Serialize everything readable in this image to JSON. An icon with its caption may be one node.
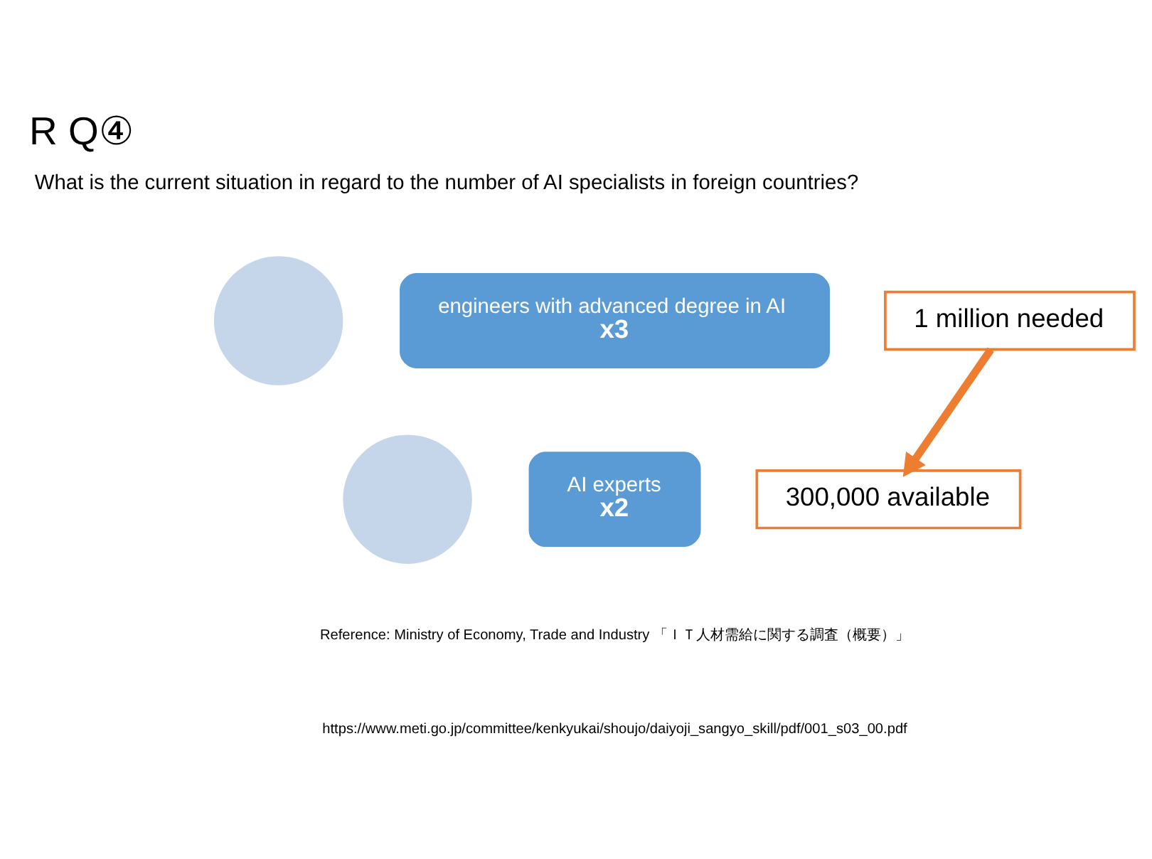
{
  "diagram": {
    "title": "R Q④",
    "nodes": [
      {
        "text": [],
        "shape": "circle"
      },
      {
        "text": [
          "engineers with advanced degree in AI",
          "x3"
        ]
      },
      {
        "text": [],
        "shape": "circle"
      },
      {
        "text": [
          "AI experts",
          "x2"
        ]
      },
      {
        "text": [
          "1 million needed"
        ]
      },
      {
        "text": [
          "300,000 available"
        ]
      }
    ],
    "edges": [
      {
        "from": 4,
        "to": 5,
        "arrow": "to",
        "color": "#ed7d31"
      }
    ],
    "labels": [
      "What is the current situation in regard to the number of AI specialists in foreign countries?",
      "Reference: Ministry of Economy, Trade and Industry 「ＩＴ人材需給に関する調査（概要）」",
      "https://www.meti.go.jp/committee/kenkyukai/shoujo/daiyoji_sangyo_skill/pdf/001_s03_00.pdf"
    ]
  }
}
